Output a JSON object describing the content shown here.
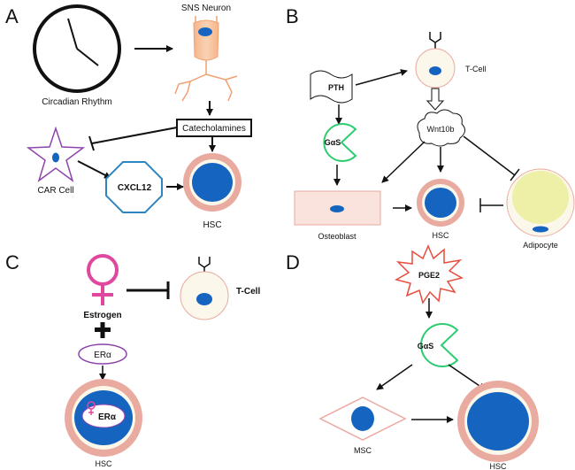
{
  "panels": {
    "a": "A",
    "b": "B",
    "c": "C",
    "d": "D"
  },
  "panel_a": {
    "circadian": "Circadian Rhythm",
    "sns_neuron": "SNS Neuron",
    "catecholamines": "Catecholamines",
    "car_cell": "CAR Cell",
    "cxcl12": "CXCL12",
    "hsc": "HSC"
  },
  "panel_b": {
    "pth": "PTH",
    "t_cell": "T-Cell",
    "wnt10b": "Wnt10b",
    "gas": "GαS",
    "osteoblast": "Osteoblast",
    "hsc": "HSC",
    "adipocyte": "Adipocyte"
  },
  "panel_c": {
    "estrogen": "Estrogen",
    "era": "ERα",
    "era_inner": "ERα",
    "t_cell": "T-Cell",
    "hsc": "HSC"
  },
  "panel_d": {
    "pge2": "PGE2",
    "gas": "GαS",
    "msc": "MSC",
    "hsc": "HSC"
  },
  "colors": {
    "nucleus": "#1565c0",
    "hsc_ring": "#e9aaa0",
    "cell_fill": "#fbf7ea",
    "star": "#8e44ad",
    "octagon": "#2e86c1",
    "gas_green": "#2ecc71",
    "pge2_red": "#e74c3c",
    "female_pink": "#e0479e",
    "adipocyte_lipid": "#eef0a8",
    "osteoblast_fill": "#fbe3dd"
  }
}
